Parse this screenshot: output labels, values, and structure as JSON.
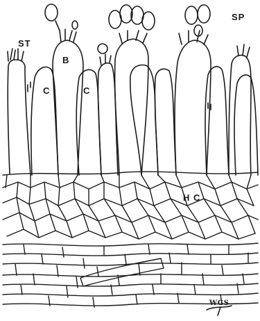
{
  "labels": {
    "sterigma": "ST",
    "basidium": "B",
    "cystidium_left": "C",
    "cystidium_right": "C",
    "spores": "SP",
    "hypophyllum": "H C"
  },
  "signature": "WGS",
  "colors": {
    "ink": "#1a1a1a",
    "paper": "#ffffff"
  }
}
